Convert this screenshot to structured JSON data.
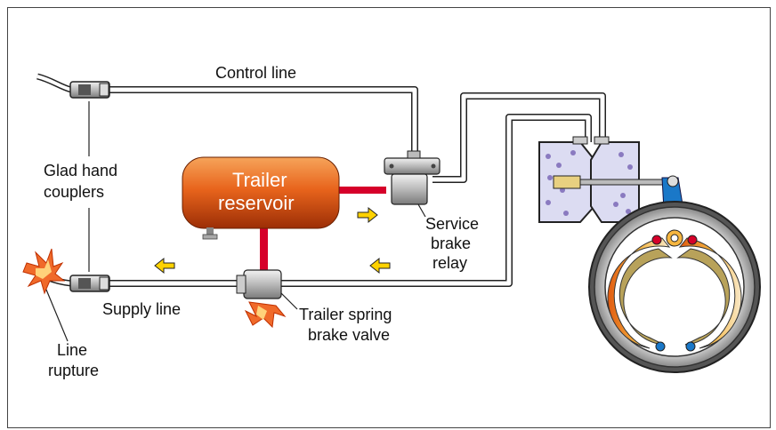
{
  "labels": {
    "control_line": "Control line",
    "glad_hand_1": "Glad hand",
    "glad_hand_2": "couplers",
    "trailer_reservoir_1": "Trailer",
    "trailer_reservoir_2": "reservoir",
    "service_brake_1": "Service",
    "service_brake_2": "brake",
    "service_brake_3": "relay",
    "supply_line": "Supply line",
    "spring_valve_1": "Trailer spring",
    "spring_valve_2": "brake valve",
    "line_rupture_1": "Line",
    "line_rupture_2": "rupture"
  },
  "colors": {
    "reservoir": "#e8641c",
    "air_pipe": "#d6002a",
    "arrow": "#ffd200",
    "burst": "#f06a2a",
    "brake_lining": "#b8a25a",
    "drum": "#9a9a9a"
  }
}
